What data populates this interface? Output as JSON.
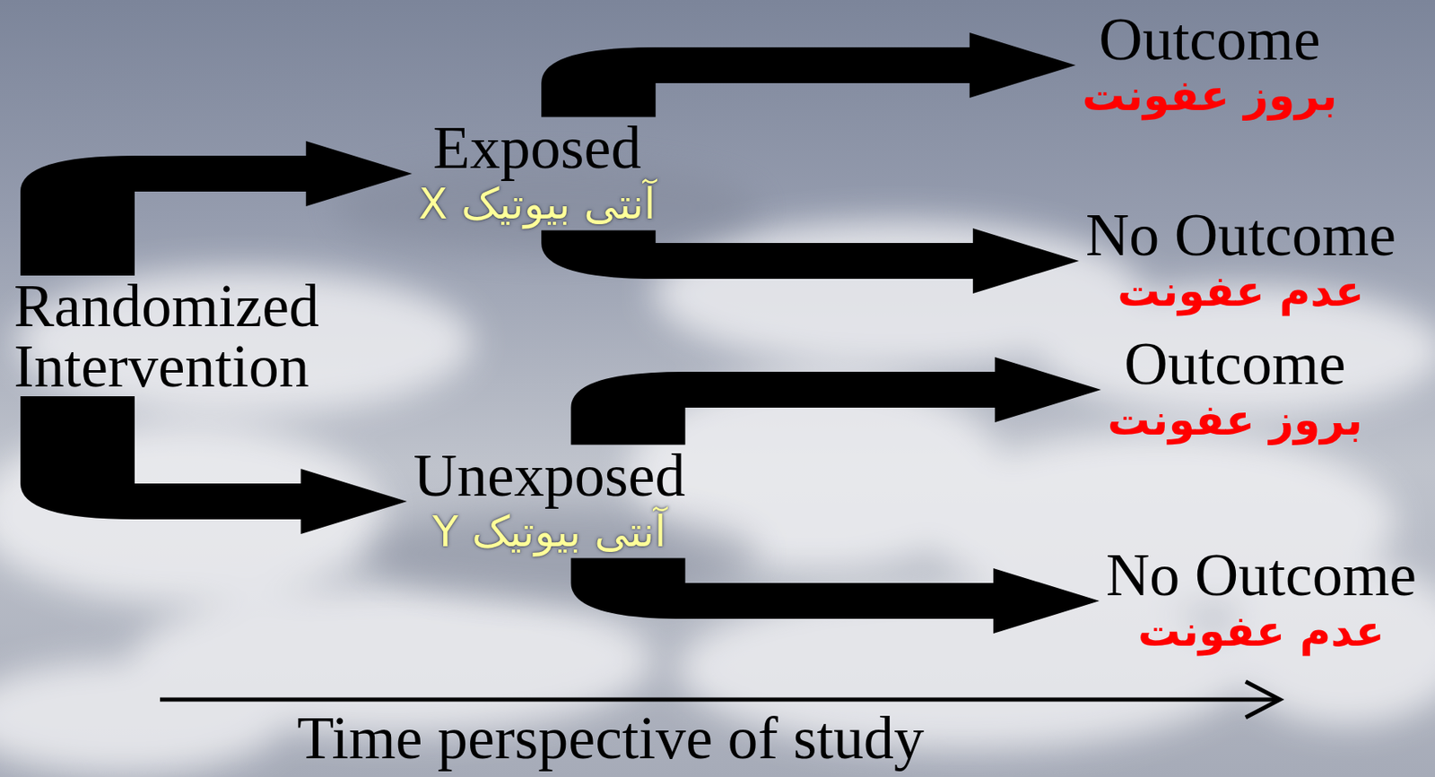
{
  "diagram": {
    "nodes": [
      {
        "text": [
          "Randomized Intervention"
        ]
      },
      {
        "text": [
          "Exposed",
          "آنتی بیوتیک X"
        ]
      },
      {
        "text": [
          "Unexposed",
          "آنتی بیوتیک Y"
        ]
      },
      {
        "text": [
          "Outcome",
          "بروز عفونت"
        ]
      },
      {
        "text": [
          "No Outcome",
          "عدم عفونت"
        ]
      },
      {
        "text": [
          "Outcome",
          "بروز عفونت"
        ]
      },
      {
        "text": [
          "No Outcome",
          "عدم عفونت"
        ]
      }
    ],
    "edges": [
      {
        "from": 0,
        "to": 1,
        "arrow": "to"
      },
      {
        "from": 0,
        "to": 2,
        "arrow": "to"
      },
      {
        "from": 1,
        "to": 3,
        "arrow": "to"
      },
      {
        "from": 1,
        "to": 4,
        "arrow": "to"
      },
      {
        "from": 2,
        "to": 5,
        "arrow": "to"
      },
      {
        "from": 2,
        "to": 6,
        "arrow": "to"
      }
    ],
    "labels": [
      "Time perspective of study"
    ]
  }
}
